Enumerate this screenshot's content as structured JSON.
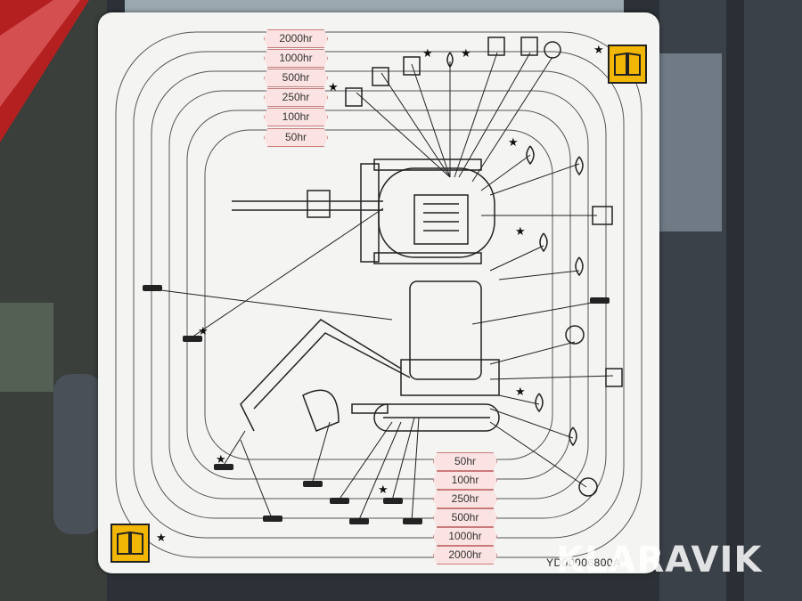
{
  "intervals_top": [
    "2000hr",
    "1000hr",
    "500hr",
    "250hr",
    "100hr",
    "50hr"
  ],
  "intervals_bottom": [
    "50hr",
    "100hr",
    "250hr",
    "500hr",
    "1000hr",
    "2000hr"
  ],
  "part_number": "YD00006800A",
  "watermark": "KLARAVIK",
  "colors": {
    "sticker": "#f4f4f2",
    "interval_fill": "#fbe3e3",
    "interval_border": "#c97a7a",
    "manual_icon": "#f2b705"
  },
  "icons": [
    "manual-book-icon",
    "grease-point-icon",
    "oil-drop-icon",
    "filter-icon",
    "coolant-icon",
    "fuel-tank-icon",
    "star-icon"
  ]
}
